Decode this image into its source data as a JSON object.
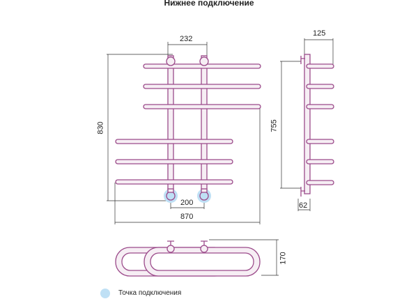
{
  "title": "Нижнее подключение",
  "front_view": {
    "dimensions": {
      "axis_top": "232",
      "height": "830",
      "axis_bottom": "200",
      "width": "870"
    }
  },
  "side_view": {
    "dimensions": {
      "depth": "125",
      "height": "755",
      "offset": "62"
    }
  },
  "top_view": {
    "dimensions": {
      "depth": "170"
    }
  },
  "legend": {
    "label": "Точка подключения",
    "color": "#bfe0f5"
  },
  "colors": {
    "tube": "#9b4a8a",
    "connection": "#bfe0f5"
  }
}
